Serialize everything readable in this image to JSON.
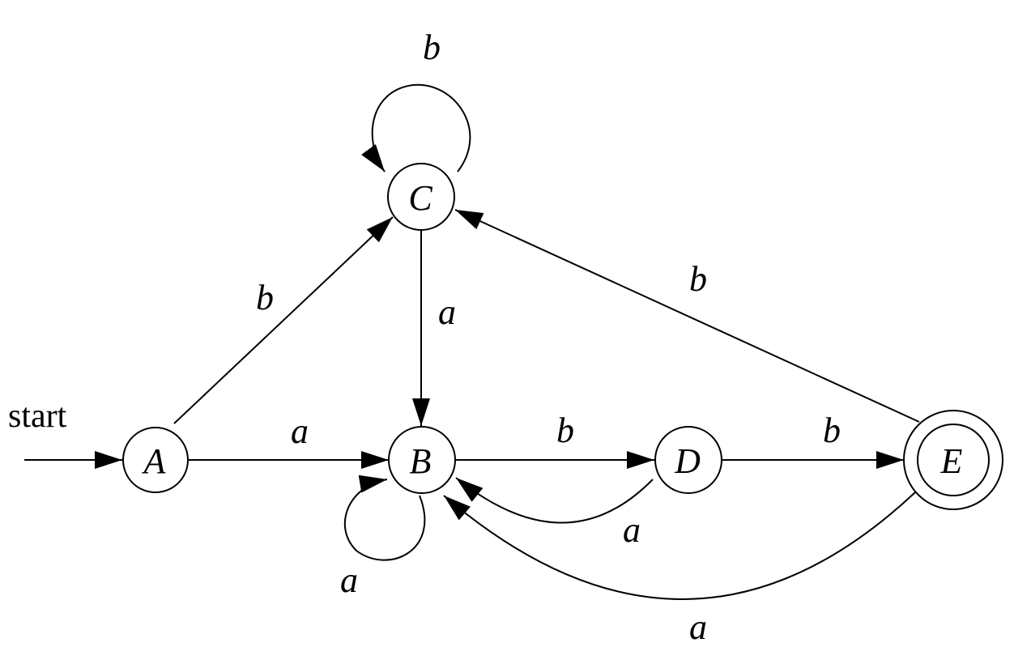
{
  "diagram": {
    "type": "finite-automaton",
    "start_label": "start",
    "start_state": "A",
    "accepting_states": [
      "E"
    ],
    "states": [
      {
        "id": "A",
        "label": "A"
      },
      {
        "id": "B",
        "label": "B"
      },
      {
        "id": "C",
        "label": "C"
      },
      {
        "id": "D",
        "label": "D"
      },
      {
        "id": "E",
        "label": "E"
      }
    ],
    "transitions": [
      {
        "from": "A",
        "to": "B",
        "symbol": "a"
      },
      {
        "from": "A",
        "to": "C",
        "symbol": "b"
      },
      {
        "from": "B",
        "to": "B",
        "symbol": "a"
      },
      {
        "from": "B",
        "to": "D",
        "symbol": "b"
      },
      {
        "from": "C",
        "to": "C",
        "symbol": "b"
      },
      {
        "from": "C",
        "to": "B",
        "symbol": "a"
      },
      {
        "from": "D",
        "to": "B",
        "symbol": "a"
      },
      {
        "from": "D",
        "to": "E",
        "symbol": "b"
      },
      {
        "from": "E",
        "to": "B",
        "symbol": "a"
      },
      {
        "from": "E",
        "to": "C",
        "symbol": "b"
      }
    ]
  }
}
